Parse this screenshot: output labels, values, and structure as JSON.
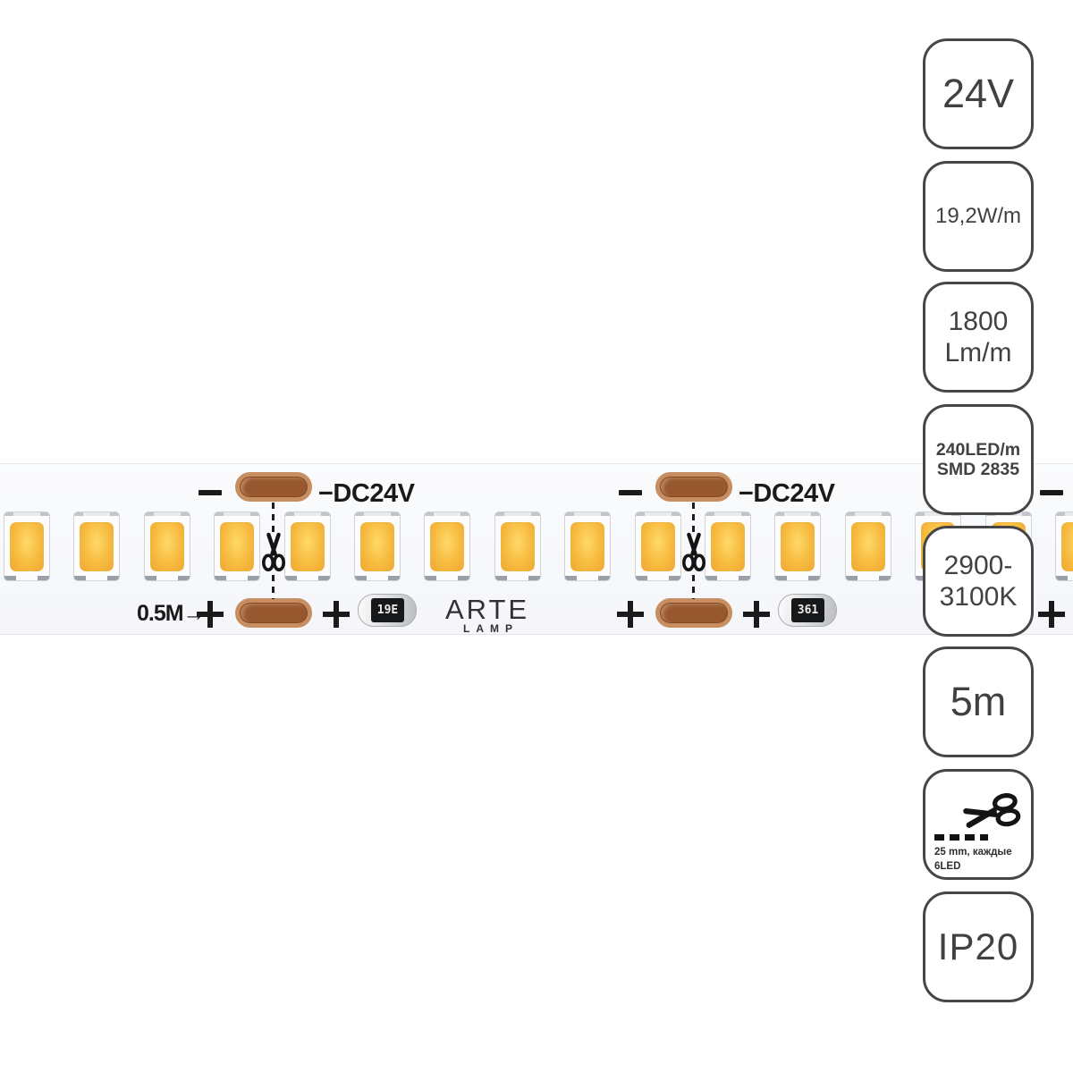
{
  "product": {
    "brand_line1": "ARTE",
    "brand_line2": "LAMP"
  },
  "strip": {
    "dc_label": "−DC24V",
    "minus_symbol": "−",
    "plus_symbol": "+",
    "length_marker": "0.5M→",
    "resistor_codes": [
      "19E",
      "361"
    ]
  },
  "badges": [
    {
      "id": "voltage",
      "style": "xl",
      "lines": [
        "24V"
      ]
    },
    {
      "id": "power",
      "style": "md",
      "lines": [
        "19,2W/m"
      ]
    },
    {
      "id": "luminous-flux",
      "style": "lg",
      "lines": [
        "1800",
        "Lm/m"
      ]
    },
    {
      "id": "led-type",
      "style": "sm",
      "lines": [
        "240LED/m",
        "SMD 2835"
      ]
    },
    {
      "id": "color-temperature",
      "style": "lg",
      "lines": [
        "2900-",
        "3100K"
      ]
    },
    {
      "id": "length",
      "style": "xl",
      "lines": [
        "5m"
      ]
    },
    {
      "id": "cut-step",
      "style": "cut",
      "icon": "scissors-icon",
      "lines": [
        "25 mm, каждые",
        "6LED"
      ]
    },
    {
      "id": "ip-rating",
      "style": "xl2",
      "lines": [
        "IP20"
      ]
    }
  ],
  "colors": {
    "led-core": "#f7bc40",
    "led-highlight": "#ffd96a",
    "led-edge": "#efa835",
    "copper-outer": "#c78e62",
    "copper-inner": "#97582f",
    "badge-border": "#464646",
    "badge-text": "#414141",
    "ink": "#1a1a1a"
  }
}
